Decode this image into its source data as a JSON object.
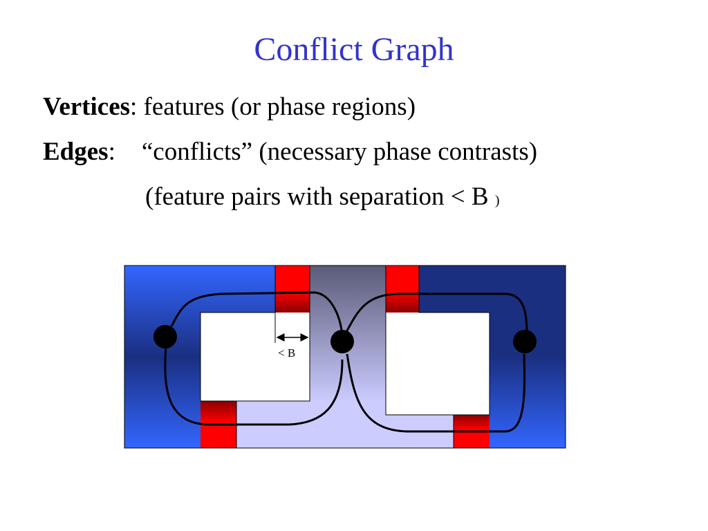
{
  "slide": {
    "title": "Conflict Graph",
    "vertices_term": "Vertices",
    "vertices_text": ": features (or phase regions)",
    "edges_term": "Edges",
    "edges_colon": ":",
    "edges_text": "“conflicts”  (necessary phase contrasts)",
    "edges_sub_main": "(feature pairs with separation < B",
    "edges_sub_close": ")"
  },
  "diagram": {
    "separation_label": "< B",
    "colors": {
      "phase_blue": "#3366ff",
      "phase_dark_blue": "#1a2f80",
      "conflict_red": "#ff0000",
      "conflict_dark_red": "#8b0000",
      "middle_top": "#5a5a78",
      "middle_bottom": "#ccccff",
      "edge": "#000000",
      "vertex": "#000000"
    }
  }
}
